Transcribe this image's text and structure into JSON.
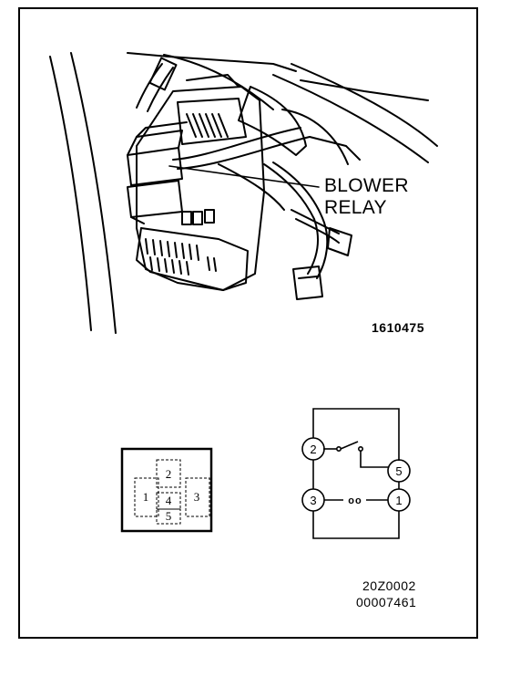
{
  "figure": {
    "callout": {
      "line1": "BLOWER",
      "line2": "RELAY"
    },
    "figure_code": "1610475",
    "reference_codes": [
      "20Z0002",
      "00007461"
    ]
  },
  "pinout": {
    "pins": [
      "2",
      "1",
      "4",
      "3",
      "5"
    ]
  },
  "schematic": {
    "terminals": [
      "2",
      "5",
      "3",
      "1"
    ],
    "coil_symbol": "oo"
  }
}
